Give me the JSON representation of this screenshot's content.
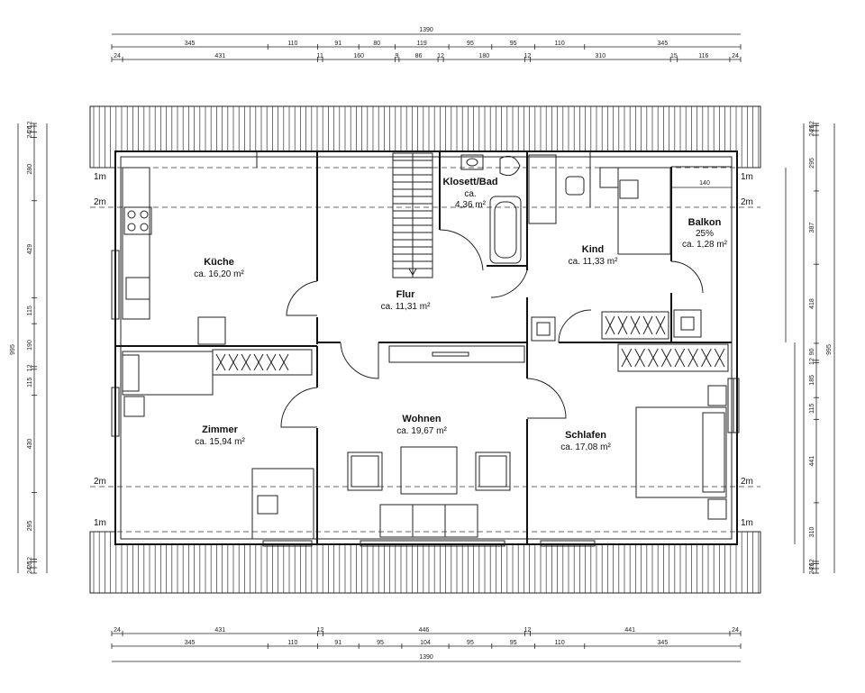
{
  "rooms": {
    "kueche": {
      "name": "Küche",
      "area": "ca. 16,20 m²"
    },
    "flur": {
      "name": "Flur",
      "area": "ca. 11,31 m²"
    },
    "bad": {
      "name": "Klosett/Bad",
      "area_prefix": "ca.",
      "area": "4,36 m²"
    },
    "kind": {
      "name": "Kind",
      "area": "ca. 11,33 m²"
    },
    "balkon": {
      "name": "Balkon",
      "note": "25%",
      "area": "ca. 1,28 m²"
    },
    "zimmer": {
      "name": "Zimmer",
      "area": "ca. 15,94 m²"
    },
    "wohnen": {
      "name": "Wohnen",
      "area": "ca. 19,67 m²"
    },
    "schlafen": {
      "name": "Schlafen",
      "area": "ca. 17,08 m²"
    }
  },
  "levels": {
    "one": "1m",
    "two": "2m"
  },
  "dims": {
    "total": "1390",
    "top_mid": [
      "345",
      "110",
      "91",
      "80",
      "119",
      "95",
      "95",
      "110",
      "345"
    ],
    "top_inner": [
      "24",
      "431",
      "11",
      "160",
      "9",
      "86",
      "12",
      "180",
      "12",
      "310",
      "15",
      "116",
      "24"
    ],
    "bottom_inner": [
      "24",
      "431",
      "12",
      "446",
      "12",
      "441",
      "24"
    ],
    "bottom_mid": [
      "345",
      "110",
      "91",
      "95",
      "104",
      "95",
      "95",
      "110",
      "345"
    ],
    "left_outer": "995",
    "left_inner": [
      "12",
      "26",
      "24",
      "280",
      "429",
      "115",
      "190",
      "12",
      "115",
      "430",
      "295",
      "12",
      "26",
      "24"
    ],
    "right_outer": "995",
    "right_inner": [
      "12",
      "26",
      "24",
      "295",
      "387",
      "418",
      "90",
      "12",
      "185",
      "115",
      "441",
      "310",
      "12",
      "26",
      "24"
    ],
    "balkon_width": "140"
  }
}
